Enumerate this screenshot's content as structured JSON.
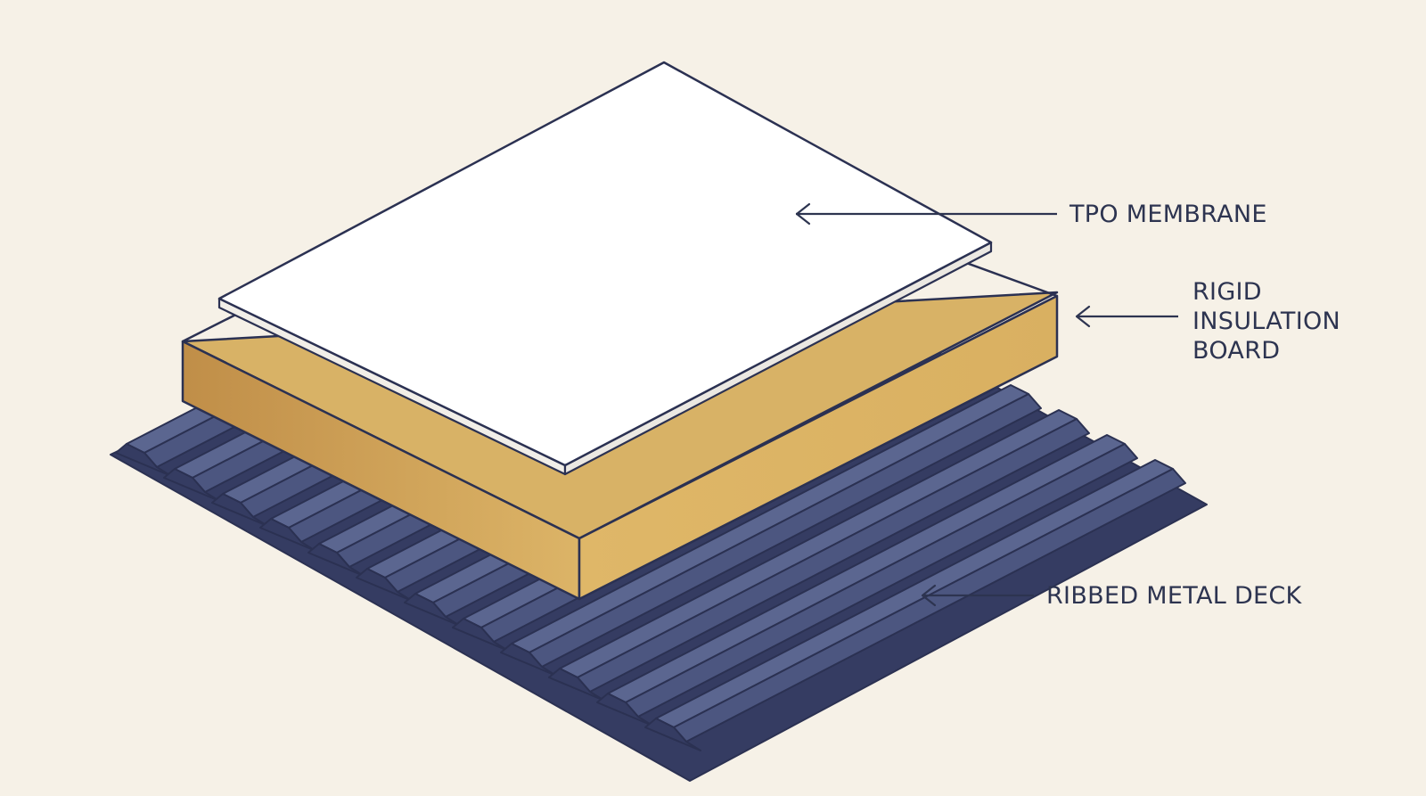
{
  "colors": {
    "background": "#f6f1e7",
    "outline": "#2b3152",
    "membrane": "#ffffff",
    "insulation_top": "#d8b266",
    "insulation_side_dark": "#c3924a",
    "insulation_side_light": "#e0b866",
    "deck_dark": "#353c62",
    "deck_light": "#4c5680",
    "deck_highlight": "#5b6690"
  },
  "labels": {
    "tpo_membrane": "TPO MEMBRANE",
    "insulation_line_1": "RIGID",
    "insulation_line_2": "INSULATION",
    "insulation_line_3": "BOARD",
    "metal_deck": "RIBBED METAL DECK"
  },
  "icons": {
    "arrow": "arrow-left-icon"
  }
}
